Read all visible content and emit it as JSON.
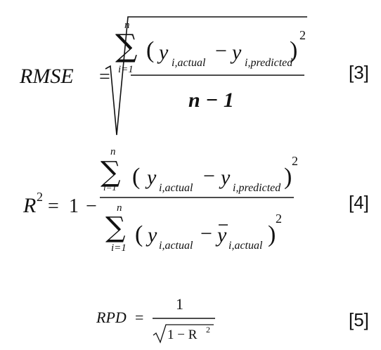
{
  "equations": [
    {
      "id": "3",
      "tag": "[3]",
      "lhs": "RMSE",
      "equals": "=",
      "sum_lower": "i=1",
      "sum_upper": "n",
      "sum_symbol": "∑",
      "open_paren": "(",
      "close_paren": ")",
      "exponent": "2",
      "term1_base": "y",
      "term1_sub": "i,actual",
      "minus": "−",
      "term2_base": "y",
      "term2_sub": "i,predicted",
      "denominator": "n − 1"
    },
    {
      "id": "4",
      "tag": "[4]",
      "lhs_base": "R",
      "lhs_sup": "2",
      "equals": "=",
      "one": "1",
      "minus": "−",
      "num_sum_lower": "i=1",
      "num_sum_upper": "n",
      "sum_symbol": "∑",
      "open_paren": "(",
      "close_paren": ")",
      "exponent": "2",
      "num_term1_base": "y",
      "num_term1_sub": "i,actual",
      "num_minus": "−",
      "num_term2_base": "y",
      "num_term2_sub": "i,predicted",
      "den_sum_lower": "i=1",
      "den_sum_upper": "n",
      "den_term1_base": "y",
      "den_term1_sub": "i,actual",
      "den_minus": "−",
      "den_term2_base": "y",
      "den_term2_sub": "i,actual"
    },
    {
      "id": "5",
      "tag": "[5]",
      "lhs": "RPD",
      "equals": "=",
      "numerator": "1",
      "radicand": "1 − R",
      "radicand_sup": "2"
    }
  ]
}
